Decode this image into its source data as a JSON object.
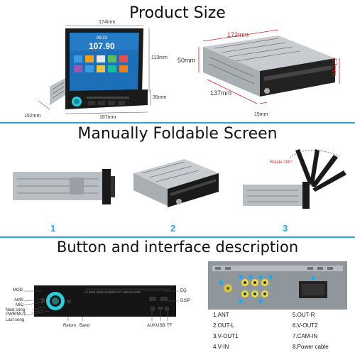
{
  "sections": {
    "product_size": "Product Size",
    "foldable": "Manually Foldable Screen",
    "buttons": "Button and interface description"
  },
  "dimensions_front": {
    "width_top": "174mm",
    "height_screen": "113mm",
    "depth": "152mm",
    "width_body": "187mm",
    "height_body": "35mm"
  },
  "dimensions_back": {
    "width": "172mm",
    "height": "50mm",
    "height_side": "57mm",
    "depth": "137mm",
    "small": "15mm"
  },
  "screen": {
    "time": "09:23",
    "frequency": "107.90"
  },
  "rotate_label": "Rotate 100°",
  "steps": [
    "1",
    "2",
    "3"
  ],
  "button_labels": {
    "mod": "MOD",
    "ams": "AMS",
    "mic": "MIC",
    "next_song": "Next song",
    "pwr_mut": "PWR/MUT",
    "last_song": "Last song",
    "return": "Return",
    "band": "Band",
    "aux": "AUX",
    "usb": "USB",
    "tf": "TF",
    "eq": "EQ",
    "disp": "DISP"
  },
  "panel_text": "7.0 INCH WIDE SCREEN TFT MP5 PLAYER",
  "ports_left": [
    "1.ANT",
    "2.OUT-L",
    "3.V-OUT1",
    "4.V-IN"
  ],
  "ports_right": [
    "5.OUT-R",
    "6.V-OUT2",
    "7.CAM-IN",
    "8.Power cable"
  ],
  "colors": {
    "accent": "#2aa6e0",
    "dimension_red": "#c0292b",
    "screen_blue": "#1d6fb8"
  }
}
